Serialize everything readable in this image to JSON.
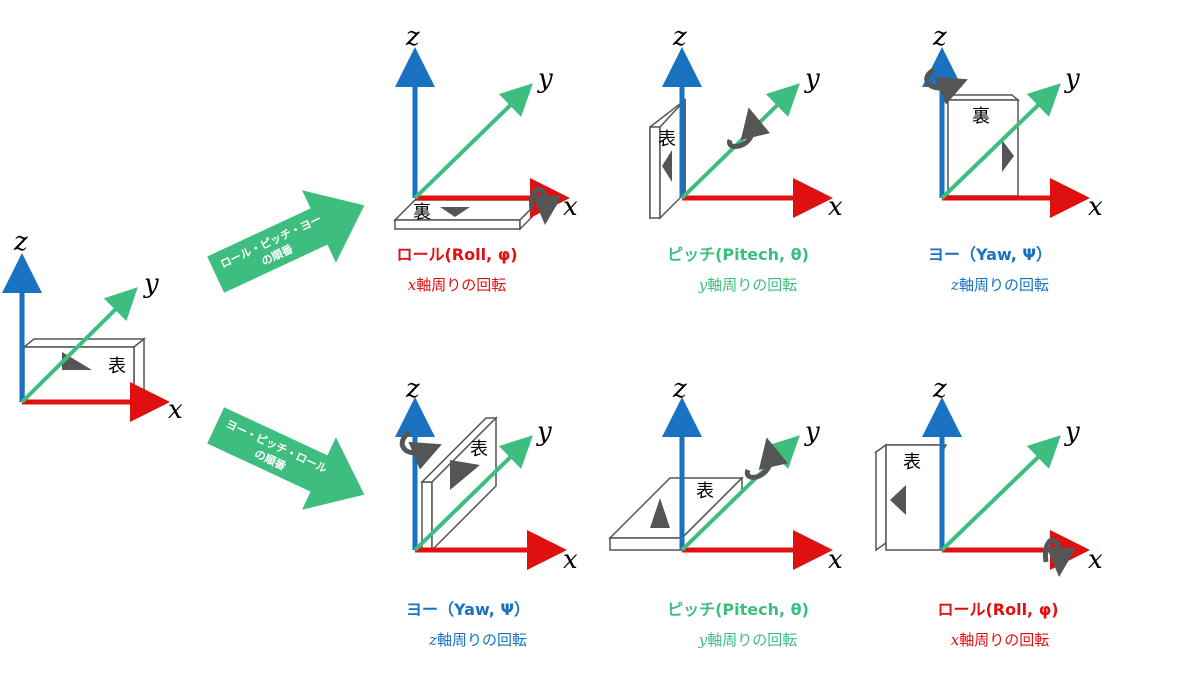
{
  "axes": {
    "x": "x",
    "y": "y",
    "z": "z"
  },
  "colors": {
    "x_axis": "#e01010",
    "y_axis": "#3dbe7f",
    "z_axis": "#1872c0",
    "box_text": "#000000",
    "arrow_green": "#3dbe7f",
    "marker": "#555555"
  },
  "faces": {
    "front": "表",
    "back": "裏"
  },
  "order_arrows": [
    {
      "line1": "ロール・ピッチ・ヨー",
      "line2": "の順番"
    },
    {
      "line1": "ヨー・ピッチ・ロール",
      "line2": "の順番"
    }
  ],
  "rotations": {
    "roll": {
      "title": "ロール(Roll, φ)",
      "var": "x",
      "desc": "軸周りの回転"
    },
    "pitch": {
      "title": "ピッチ(Pitech, θ)",
      "var": "y",
      "desc": "軸周りの回転"
    },
    "yaw": {
      "title": "ヨー（Yaw, Ψ）",
      "var": "z",
      "desc": "軸周りの回転"
    }
  }
}
